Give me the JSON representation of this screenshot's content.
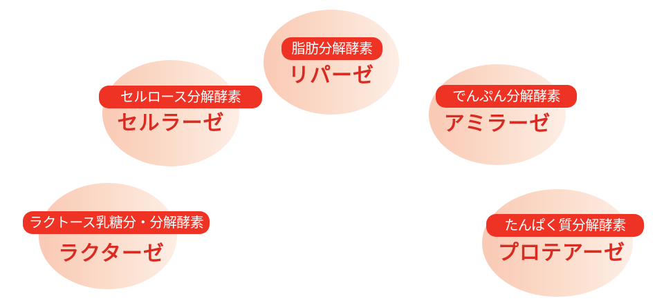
{
  "colors": {
    "pill_bg": "#ee3324",
    "pill_text": "#ffffff",
    "name_text": "#d92b22",
    "ellipse_gradient_start": "#f9c9b4",
    "ellipse_gradient_end": "#fdeee6"
  },
  "enzymes": [
    {
      "category": "脂肪分解酵素",
      "name": "リパーゼ"
    },
    {
      "category": "セルロース分解酵素",
      "name": "セルラーゼ"
    },
    {
      "category": "でんぷん分解酵素",
      "name": "アミラーゼ"
    },
    {
      "category": "ラクトース乳糖分・分解酵素",
      "name": "ラクターゼ"
    },
    {
      "category": "たんぱく質分解酵素",
      "name": "プロテアーゼ"
    }
  ]
}
